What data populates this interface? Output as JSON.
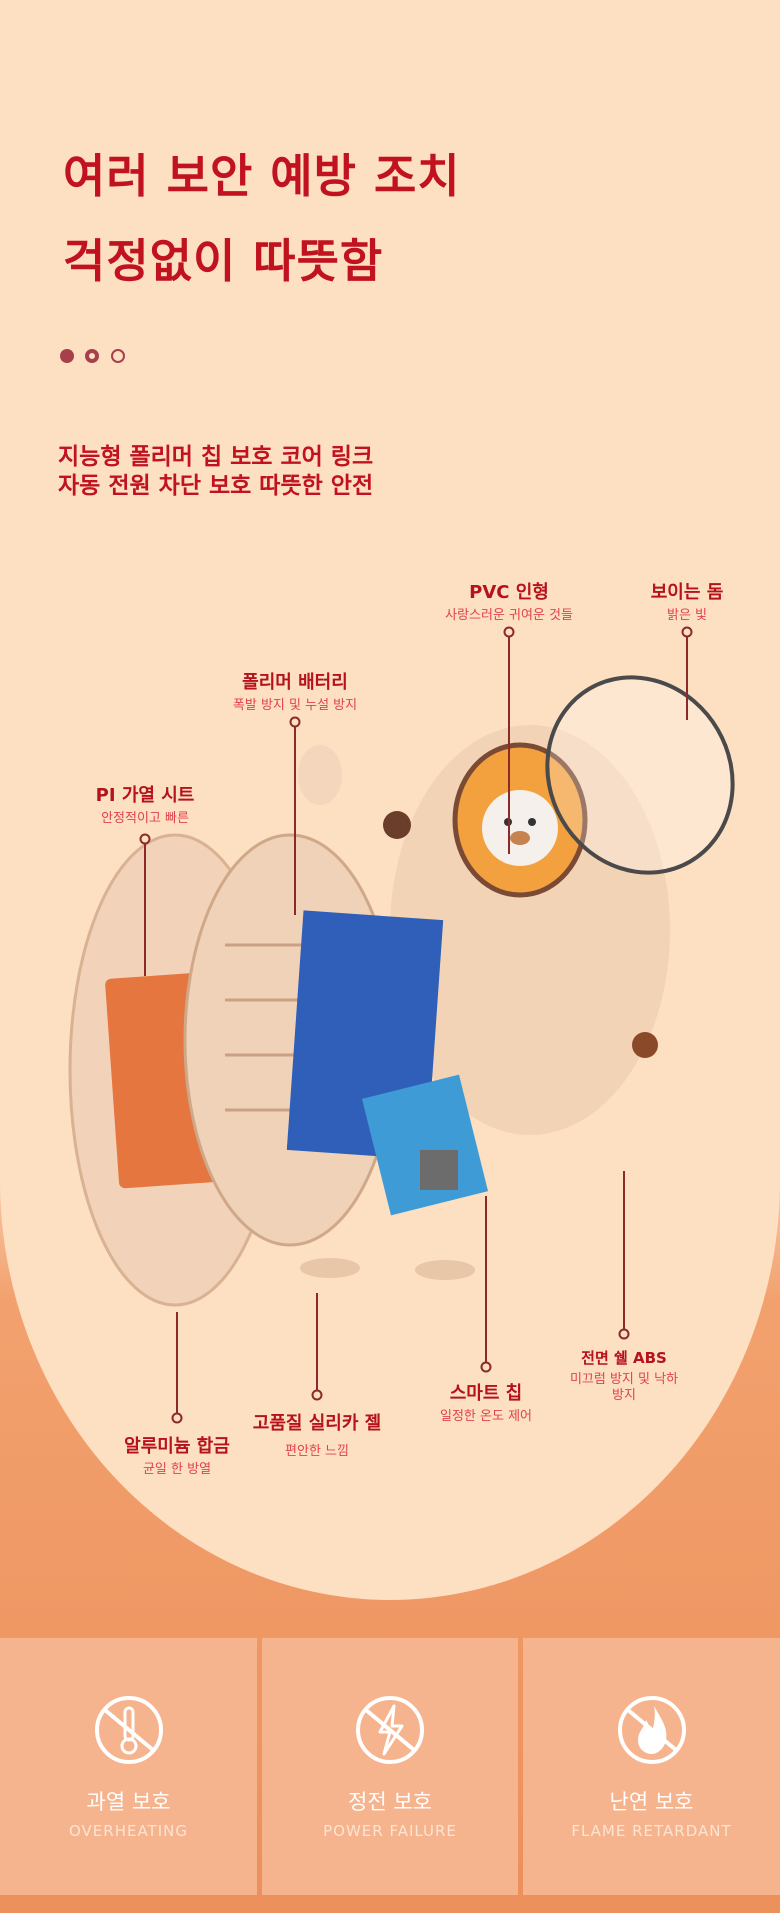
{
  "header": {
    "title_line1": "여러 보안 예방 조치",
    "title_line2": "걱정없이 따뜻함",
    "subtitle_line1": "지능형 폴리머 칩 보호 코어 링크",
    "subtitle_line2": "자동 전원 차단 보호 따뜻한 안전"
  },
  "callouts": [
    {
      "title": "PVC 인형",
      "desc": "사랑스러운 귀여운 것들"
    },
    {
      "title": "보이는 돔",
      "desc": "밝은 빛"
    },
    {
      "title": "폴리머 배터리",
      "desc": "폭발 방지 및 누설 방지"
    },
    {
      "title": "PI 가열 시트",
      "desc": "안정적이고 빠른"
    },
    {
      "title": "알루미늄 합금",
      "desc": "균일 한 방열"
    },
    {
      "title": "고품질 실리카 젤",
      "desc": "편안한 느낌"
    },
    {
      "title": "스마트 칩",
      "desc": "일정한 온도 제어"
    },
    {
      "title": "전면 쉘 ABS",
      "desc": "미끄럼 방지 및 낙하 방지"
    }
  ],
  "features": [
    {
      "icon": "no-thermometer-icon",
      "label": "과열 보호",
      "en": "OVERHEATING"
    },
    {
      "icon": "no-lightning-icon",
      "label": "정전 보호",
      "en": "POWER FAILURE"
    },
    {
      "icon": "no-flame-icon",
      "label": "난연 보호",
      "en": "FLAME RETARDANT"
    }
  ],
  "colors": {
    "accent": "#c1121f",
    "background": "#fddfc2",
    "orange": "#ec905c",
    "panel": "#f6b48e"
  }
}
